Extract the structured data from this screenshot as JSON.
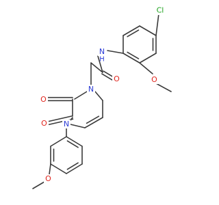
{
  "molecule": {
    "atoms": [
      {
        "id": "Cl",
        "label": "Cl",
        "color": "#1fa31f"
      },
      {
        "id": "NH",
        "label": "N",
        "color": "#2b3bd6"
      },
      {
        "id": "H",
        "label": "H",
        "color": "#2b3bd6"
      },
      {
        "id": "O_amide",
        "label": "O",
        "color": "#e0261f"
      },
      {
        "id": "O_ether1",
        "label": "O",
        "color": "#e0261f"
      },
      {
        "id": "N1",
        "label": "N",
        "color": "#2b3bd6"
      },
      {
        "id": "N4",
        "label": "N",
        "color": "#2b3bd6"
      },
      {
        "id": "O_c2",
        "label": "O",
        "color": "#e0261f"
      },
      {
        "id": "O_c3",
        "label": "O",
        "color": "#e0261f"
      },
      {
        "id": "O_ether2",
        "label": "O",
        "color": "#e0261f"
      }
    ],
    "bond_color": "#3a3a3a"
  }
}
